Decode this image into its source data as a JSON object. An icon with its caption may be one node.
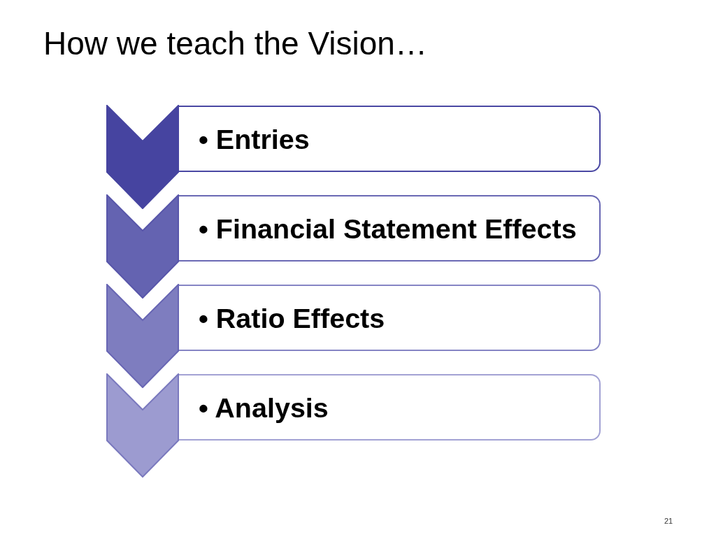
{
  "diagram": {
    "title": "How we teach the Vision…",
    "nodes": [
      {
        "text": [],
        "shape": "chevron"
      },
      {
        "text": [
          "• Entries"
        ]
      },
      {
        "text": [],
        "shape": "chevron"
      },
      {
        "text": [
          "• Financial Statement Effects"
        ]
      },
      {
        "text": [],
        "shape": "chevron"
      },
      {
        "text": [
          "• Ratio Effects"
        ]
      },
      {
        "text": [],
        "shape": "chevron"
      },
      {
        "text": [
          "• Analysis"
        ]
      }
    ],
    "labels": [
      "21"
    ]
  }
}
